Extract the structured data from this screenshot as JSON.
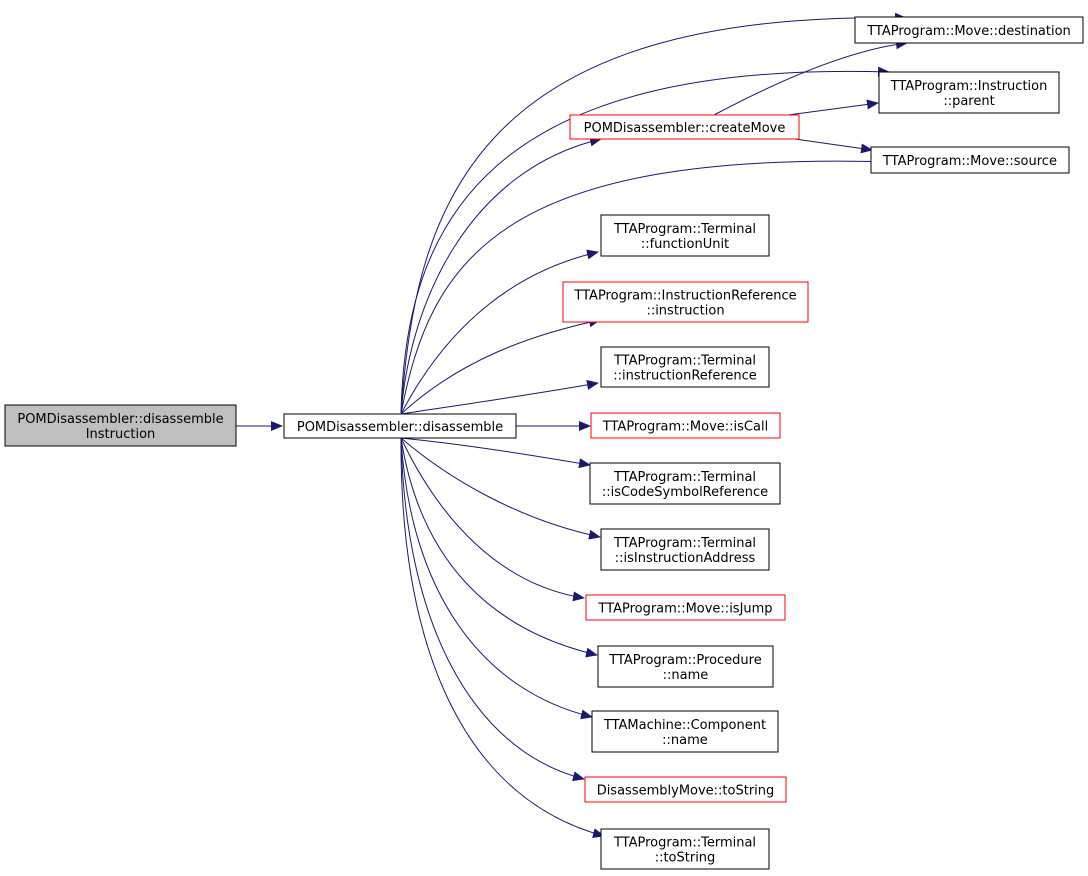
{
  "colors": {
    "edge": "#191970",
    "border_black": "#000000",
    "border_red": "#ff0000",
    "root_fill": "#bfbfbf",
    "node_fill": "#ffffff"
  },
  "nodes": [
    {
      "id": "root",
      "lines": [
        "POMDisassembler::disassemble",
        "Instruction"
      ],
      "style": "root"
    },
    {
      "id": "disassemble",
      "lines": [
        "POMDisassembler::disassemble"
      ],
      "style": "black"
    },
    {
      "id": "createMove",
      "lines": [
        "POMDisassembler::createMove"
      ],
      "style": "red"
    },
    {
      "id": "destination",
      "lines": [
        "TTAProgram::Move::destination"
      ],
      "style": "black"
    },
    {
      "id": "parent",
      "lines": [
        "TTAProgram::Instruction",
        "::parent"
      ],
      "style": "black"
    },
    {
      "id": "source",
      "lines": [
        "TTAProgram::Move::source"
      ],
      "style": "black"
    },
    {
      "id": "functionUnit",
      "lines": [
        "TTAProgram::Terminal",
        "::functionUnit"
      ],
      "style": "black"
    },
    {
      "id": "instrRefInstruction",
      "lines": [
        "TTAProgram::InstructionReference",
        "::instruction"
      ],
      "style": "red"
    },
    {
      "id": "instructionReference",
      "lines": [
        "TTAProgram::Terminal",
        "::instructionReference"
      ],
      "style": "black"
    },
    {
      "id": "isCall",
      "lines": [
        "TTAProgram::Move::isCall"
      ],
      "style": "red"
    },
    {
      "id": "isCodeSymbolReference",
      "lines": [
        "TTAProgram::Terminal",
        "::isCodeSymbolReference"
      ],
      "style": "black"
    },
    {
      "id": "isInstructionAddress",
      "lines": [
        "TTAProgram::Terminal",
        "::isInstructionAddress"
      ],
      "style": "black"
    },
    {
      "id": "isJump",
      "lines": [
        "TTAProgram::Move::isJump"
      ],
      "style": "red"
    },
    {
      "id": "procedureName",
      "lines": [
        "TTAProgram::Procedure",
        "::name"
      ],
      "style": "black"
    },
    {
      "id": "componentName",
      "lines": [
        "TTAMachine::Component",
        "::name"
      ],
      "style": "black"
    },
    {
      "id": "toStringMove",
      "lines": [
        "DisassemblyMove::toString"
      ],
      "style": "red"
    },
    {
      "id": "terminalToString",
      "lines": [
        "TTAProgram::Terminal",
        "::toString"
      ],
      "style": "black"
    }
  ],
  "edges": [
    {
      "from": "root",
      "to": "disassemble"
    },
    {
      "from": "disassemble",
      "to": "createMove"
    },
    {
      "from": "disassemble",
      "to": "destination"
    },
    {
      "from": "disassemble",
      "to": "parent"
    },
    {
      "from": "disassemble",
      "to": "source"
    },
    {
      "from": "disassemble",
      "to": "functionUnit"
    },
    {
      "from": "disassemble",
      "to": "instrRefInstruction"
    },
    {
      "from": "disassemble",
      "to": "instructionReference"
    },
    {
      "from": "disassemble",
      "to": "isCall"
    },
    {
      "from": "disassemble",
      "to": "isCodeSymbolReference"
    },
    {
      "from": "disassemble",
      "to": "isInstructionAddress"
    },
    {
      "from": "disassemble",
      "to": "isJump"
    },
    {
      "from": "disassemble",
      "to": "procedureName"
    },
    {
      "from": "disassemble",
      "to": "componentName"
    },
    {
      "from": "disassemble",
      "to": "toStringMove"
    },
    {
      "from": "disassemble",
      "to": "terminalToString"
    },
    {
      "from": "createMove",
      "to": "destination"
    },
    {
      "from": "createMove",
      "to": "parent"
    },
    {
      "from": "createMove",
      "to": "source"
    }
  ]
}
